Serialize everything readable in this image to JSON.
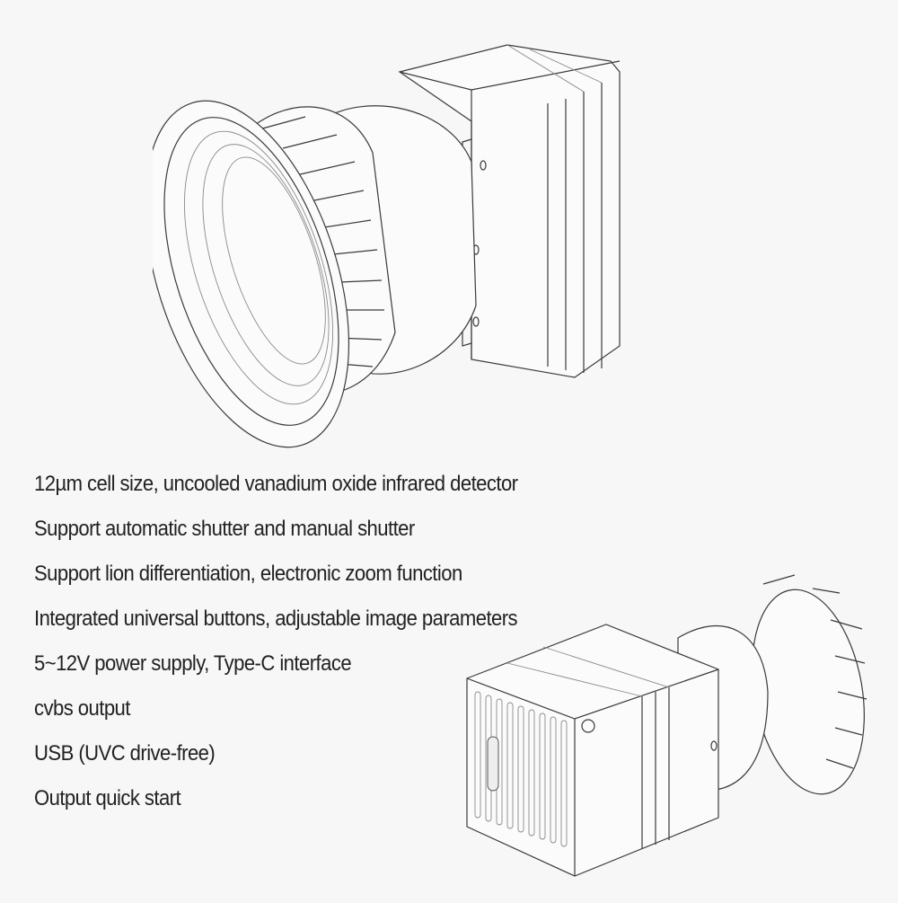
{
  "features": [
    "12µm cell size, uncooled vanadium oxide infrared detector",
    "Support automatic shutter and manual shutter",
    "Support lion differentiation, electronic zoom function",
    "Integrated universal buttons, adjustable image parameters",
    "5~12V power supply, Type-C interface",
    "cvbs output",
    "USB (UVC drive-free)",
    "Output quick start"
  ],
  "illustrations": {
    "top": "thermal-camera-module-lens-front-view",
    "bottom": "thermal-camera-module-rear-view"
  },
  "colors": {
    "background": "#f7f7f7",
    "text": "#222222",
    "line": "#3a3a3a"
  }
}
